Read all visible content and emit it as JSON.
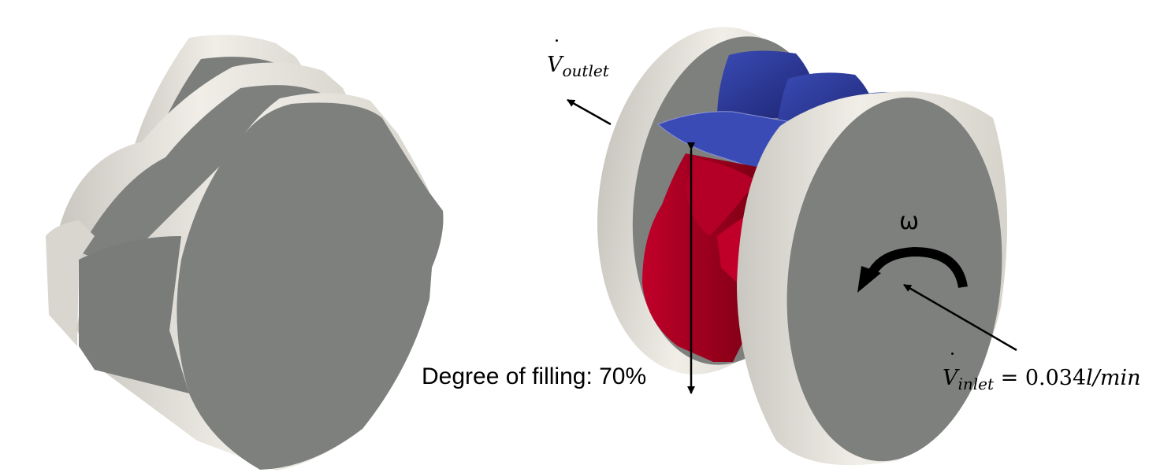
{
  "labels": {
    "outlet": {
      "symbol": "V",
      "subscript": "outlet"
    },
    "inlet": {
      "symbol": "V",
      "subscript": "inlet",
      "equals": " = ",
      "value": "0.034",
      "unit": "l/min"
    },
    "rotation": "ω",
    "filling": "Degree of filling: 70%"
  },
  "colors": {
    "body_face": "#7e807e",
    "body_rim": "#e6e3db",
    "fluid_red": "#a30021",
    "gas_blue": "#2d3a9a",
    "arrow": "#000000"
  }
}
